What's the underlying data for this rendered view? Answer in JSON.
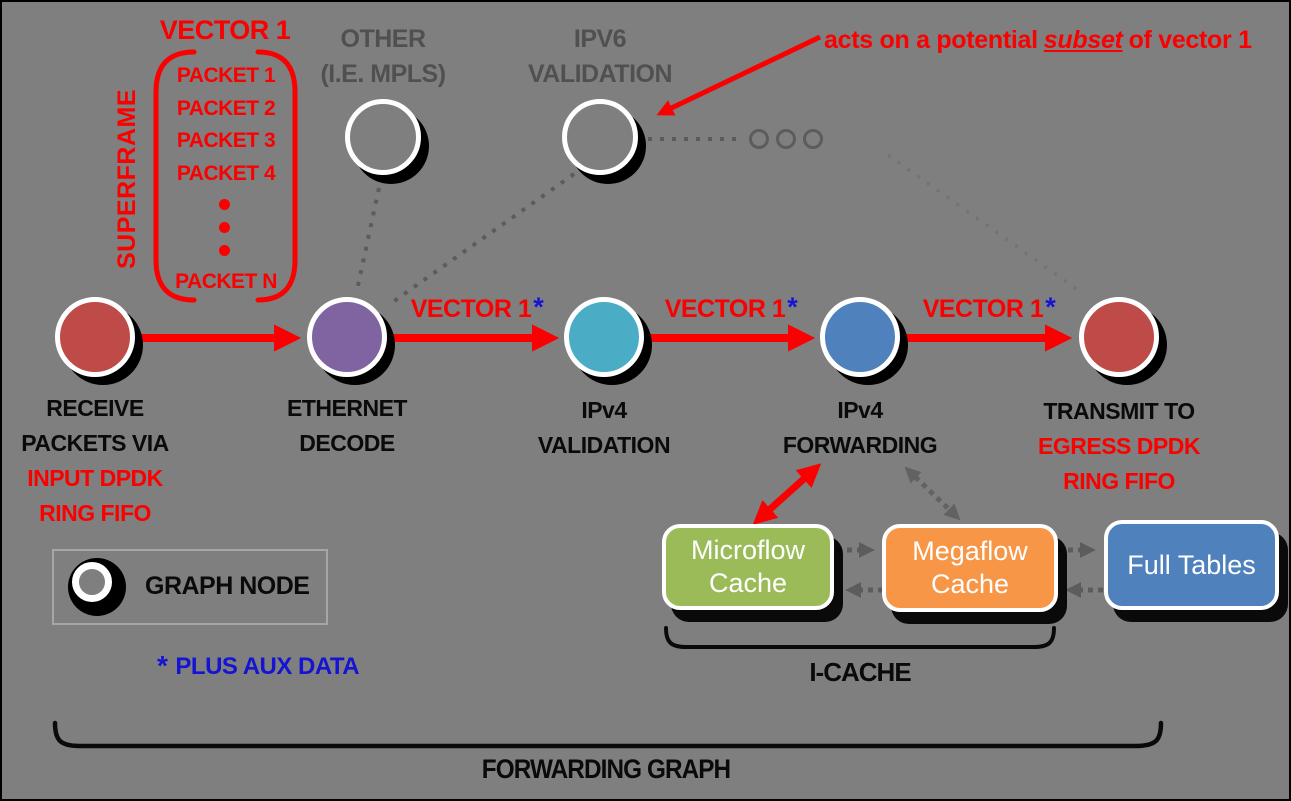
{
  "annotation": {
    "prefix": "acts on a potential",
    "emphasis": "subset",
    "suffix": "of vector 1"
  },
  "superframe": {
    "title": "VECTOR 1",
    "side_label": "SUPERFRAME",
    "packets": {
      "p1": "PACKET 1",
      "p2": "PACKET 2",
      "p3": "PACKET 3",
      "p4": "PACKET 4",
      "pn": "PACKET N"
    }
  },
  "ghost_nodes": [
    {
      "line1": "OTHER",
      "line2": "(I.E. MPLS)"
    },
    {
      "line1": "IPV6",
      "line2": "VALIDATION"
    }
  ],
  "pipeline": {
    "edge_label": "VECTOR 1",
    "edge_star": "*",
    "nodes": [
      {
        "name": "receive",
        "color": "#BE4B48",
        "l1": "RECEIVE",
        "l2": "PACKETS VIA",
        "l3": "INPUT DPDK",
        "l4": "RING FIFO"
      },
      {
        "name": "ethernet-decode",
        "color": "#8064A2",
        "l1": "ETHERNET",
        "l2": "DECODE"
      },
      {
        "name": "ipv4-validation",
        "color": "#4BACC6",
        "l1": "IPv4",
        "l2": "VALIDATION"
      },
      {
        "name": "ipv4-forwarding",
        "color": "#4F81BD",
        "l1": "IPv4",
        "l2": "FORWARDING"
      },
      {
        "name": "transmit",
        "color": "#BE4B48",
        "l1": "TRANSMIT TO",
        "l2": "EGRESS DPDK",
        "l3": "RING FIFO"
      }
    ]
  },
  "legend": {
    "label": "GRAPH NODE",
    "note_star": "*",
    "note": "PLUS AUX DATA"
  },
  "caches": {
    "boxes": [
      {
        "l1": "Microflow",
        "l2": "Cache",
        "color": "#9BBB59"
      },
      {
        "l1": "Megaflow",
        "l2": "Cache",
        "color": "#F79646"
      },
      {
        "l1": "Full Tables",
        "l2": "",
        "color": "#4F81BD"
      }
    ],
    "brace_label": "I-CACHE"
  },
  "footer": {
    "brace_label": "FORWARDING GRAPH"
  },
  "colors": {
    "background": "#7F7F7F",
    "accent_red": "#FB0000",
    "accent_blue": "#1414D2",
    "ghost_gray": "#5C5C5C"
  }
}
